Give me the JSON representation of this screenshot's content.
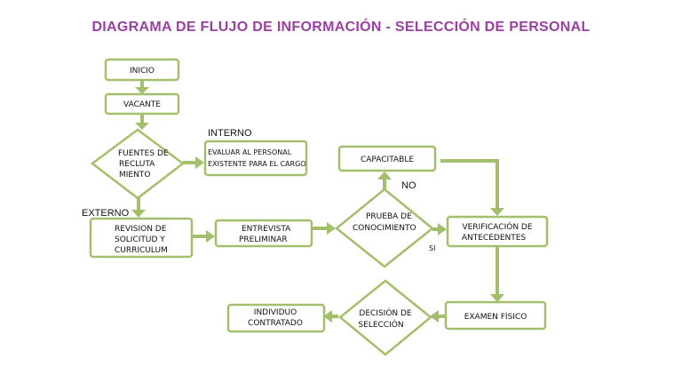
{
  "title": "DIAGRAMA DE FLUJO DE INFORMACIÓN - SELECCIÓN DE PERSONAL",
  "nodes": {
    "inicio": "INICIO",
    "vacante": "VACANTE",
    "fuentes": [
      "FUENTES DE",
      "RECLUTA",
      "MIENTO"
    ],
    "evaluar": [
      "EVALUAR AL PERSONAL",
      "EXISTENTE PARA EL CARGO"
    ],
    "revision": [
      "REVISION DE",
      "SOLICITUD Y",
      "CURRICULUM"
    ],
    "entrevista": [
      "ENTREVISTA",
      "PRELIMINAR"
    ],
    "prueba": [
      "PRUEBA DE",
      "CONOCIMIENTO"
    ],
    "capacitable": "CAPACITABLE",
    "verificacion": [
      "VERIFICACIÓN DE",
      "ANTECEDENTES"
    ],
    "examen": "EXAMEN FÍSICO",
    "decision": [
      "DECISIÓN DE",
      "SELECCIÓN"
    ],
    "individuo": [
      "INDIVIDUO",
      "CONTRATADO"
    ]
  },
  "labels": {
    "interno": "INTERNO",
    "externo": "EXTERNO",
    "no": "NO",
    "si": "SI"
  },
  "colors": {
    "title": "#9b3fa3",
    "stroke": "#a4bf6b"
  }
}
